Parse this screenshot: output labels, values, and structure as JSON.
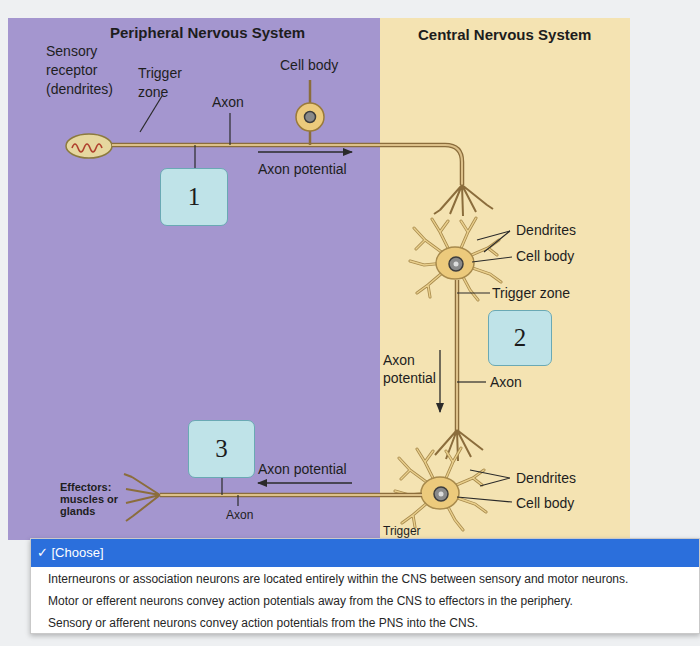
{
  "diagram": {
    "nodes": [
      {
        "text": [
          "Peripheral Nervous System"
        ]
      },
      {
        "text": [
          "Central Nervous System"
        ]
      },
      {
        "text": [
          "1"
        ],
        "in": 0
      },
      {
        "text": [
          "2"
        ],
        "in": 1
      },
      {
        "text": [
          "3"
        ],
        "in": 0
      },
      {
        "text": [
          "✓ [Choose]",
          "Interneurons or association neurons are located entirely within the CNS between sensory and motor neurons.",
          "Motor or efferent neurons convey action potentials away from the CNS to effectors in the periphery.",
          "Sensory or afferent neurons convey action potentials from the PNS into the CNS."
        ]
      }
    ],
    "labels": [
      "Sensory receptor (dendrites)",
      "Trigger zone",
      "Axon",
      "Cell body",
      "Axon potential",
      "Dendrites",
      "Cell body",
      "Trigger zone",
      "Axon potential",
      "Axon",
      "Axon potential",
      "Effectors: muscles or glands",
      "Dendrites",
      "Cell body",
      "Axon",
      "Trigger"
    ]
  }
}
